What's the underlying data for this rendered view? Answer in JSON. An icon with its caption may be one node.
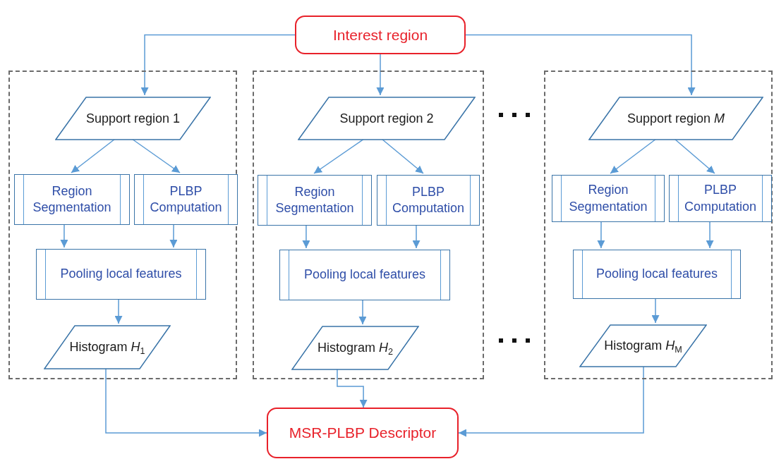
{
  "diagram": {
    "nodes": [
      {
        "text": [
          "Interest region"
        ]
      },
      {
        "text": [],
        "shape": "box"
      },
      {
        "text": [
          "Support region 1"
        ],
        "in": 1
      },
      {
        "text": [
          "Region Segmentation"
        ],
        "in": 1
      },
      {
        "text": [
          "PLBP Computation"
        ],
        "in": 1
      },
      {
        "text": [
          "Pooling local features"
        ],
        "in": 1
      },
      {
        "text": [
          "Histogram *H*$_{1}$"
        ],
        "in": 1
      },
      {
        "text": [],
        "shape": "box"
      },
      {
        "text": [
          "Support region 2"
        ],
        "in": 7
      },
      {
        "text": [
          "Region Segmentation"
        ],
        "in": 7
      },
      {
        "text": [
          "PLBP Computation"
        ],
        "in": 7
      },
      {
        "text": [
          "Pooling local features"
        ],
        "in": 7
      },
      {
        "text": [
          "Histogram *H*$_{2}$"
        ],
        "in": 7
      },
      {
        "text": [],
        "shape": "box"
      },
      {
        "text": [
          "Support region *M*"
        ],
        "in": 13
      },
      {
        "text": [
          "Region Segmentation"
        ],
        "in": 13
      },
      {
        "text": [
          "PLBP Computation"
        ],
        "in": 13
      },
      {
        "text": [
          "Pooling local features"
        ],
        "in": 13
      },
      {
        "text": [
          "Histogram *H*$_{M}$"
        ],
        "in": 13
      },
      {
        "text": [
          "MSR-PLBP Descriptor"
        ]
      }
    ],
    "edges": [
      {
        "from": 0,
        "to": 2,
        "arrow": "to"
      },
      {
        "from": 0,
        "to": 8,
        "arrow": "to"
      },
      {
        "from": 0,
        "to": 14,
        "arrow": "to"
      },
      {
        "from": 2,
        "to": 3,
        "arrow": "to"
      },
      {
        "from": 2,
        "to": 4,
        "arrow": "to"
      },
      {
        "from": 3,
        "to": 5,
        "arrow": "to"
      },
      {
        "from": 4,
        "to": 5,
        "arrow": "to"
      },
      {
        "from": 5,
        "to": 6,
        "arrow": "to"
      },
      {
        "from": 8,
        "to": 9,
        "arrow": "to"
      },
      {
        "from": 8,
        "to": 10,
        "arrow": "to"
      },
      {
        "from": 9,
        "to": 11,
        "arrow": "to"
      },
      {
        "from": 10,
        "to": 11,
        "arrow": "to"
      },
      {
        "from": 11,
        "to": 12,
        "arrow": "to"
      },
      {
        "from": 14,
        "to": 15,
        "arrow": "to"
      },
      {
        "from": 14,
        "to": 16,
        "arrow": "to"
      },
      {
        "from": 15,
        "to": 17,
        "arrow": "to"
      },
      {
        "from": 16,
        "to": 17,
        "arrow": "to"
      },
      {
        "from": 17,
        "to": 18,
        "arrow": "to"
      },
      {
        "from": 6,
        "to": 19,
        "arrow": "to"
      },
      {
        "from": 12,
        "to": 19,
        "arrow": "to"
      },
      {
        "from": 18,
        "to": 19,
        "arrow": "to"
      }
    ]
  }
}
